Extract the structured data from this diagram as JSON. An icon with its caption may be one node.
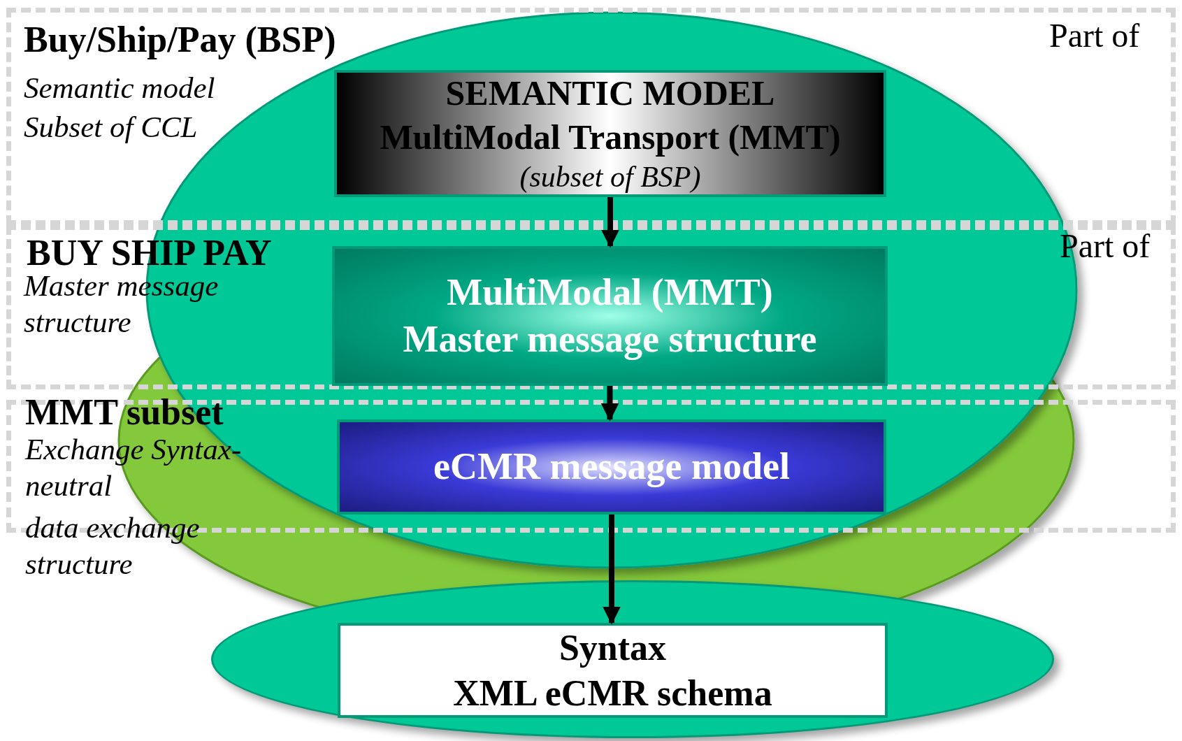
{
  "diagram": {
    "nodes": [
      {
        "text": [
          "Buy/Ship/Pay (BSP)",
          "Semantic model",
          "Subset of CCL",
          "Part of"
        ]
      },
      {
        "text": [
          "BUY SHIP PAY",
          "Master message structure",
          "Part of"
        ]
      },
      {
        "text": [
          "MMT subset",
          "Exchange Syntax-neutral",
          "data exchange structure"
        ]
      },
      {
        "text": [
          "SEMANTIC MODEL",
          "MultiModal Transport (MMT)",
          "(subset of BSP)"
        ],
        "in": 0
      },
      {
        "text": [
          "MultiModal (MMT)",
          "Master message structure"
        ],
        "in": 1
      },
      {
        "text": [
          "eCMR message model"
        ],
        "in": 2
      },
      {
        "text": [],
        "shape": "ellipse"
      },
      {
        "text": [
          "Syntax",
          "XML eCMR schema"
        ],
        "in": 6
      }
    ],
    "edges": [
      {
        "from": 3,
        "to": 4,
        "arrow": "to"
      },
      {
        "from": 4,
        "to": 5,
        "arrow": "to"
      },
      {
        "from": 5,
        "to": 7,
        "arrow": "to"
      }
    ]
  }
}
